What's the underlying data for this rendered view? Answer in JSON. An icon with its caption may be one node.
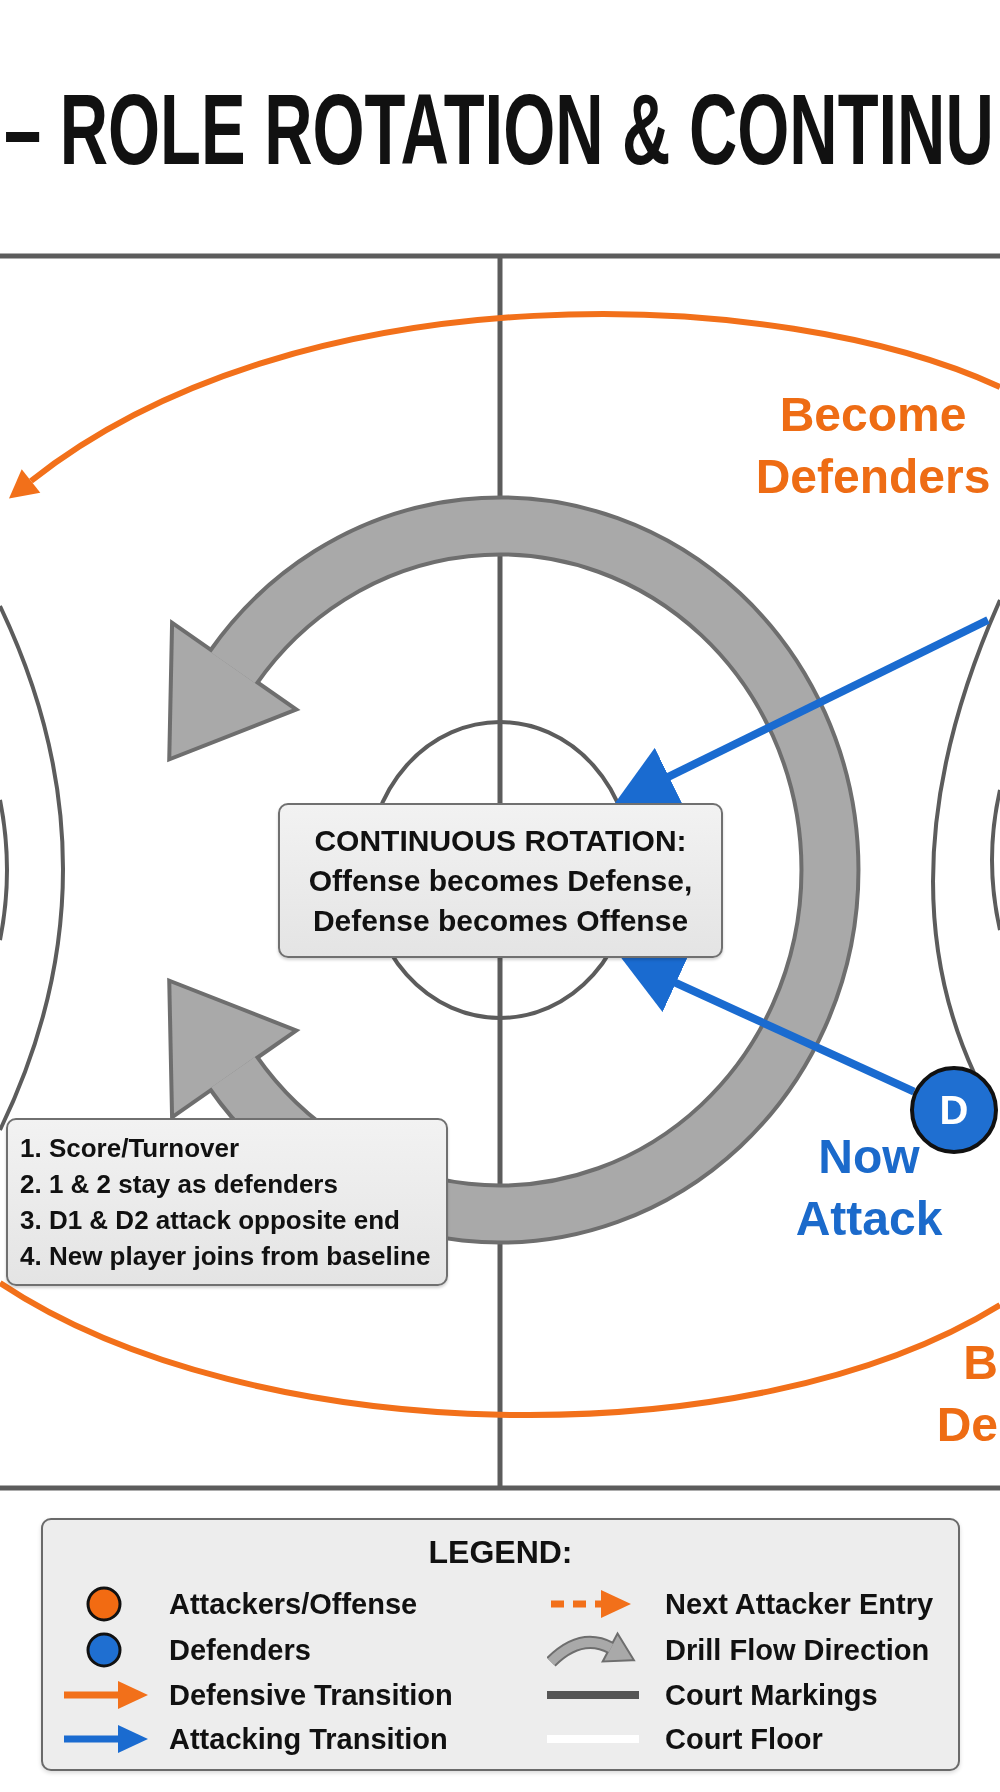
{
  "diagram": {
    "title": "– ROLE ROTATION & CONTINU",
    "nodes": [
      {
        "text": [
          "CONTINUOUS ROTATION:",
          "Offense becomes Defense, Defense becomes Offense"
        ]
      },
      {
        "text": [
          "D"
        ]
      },
      {
        "text": [
          "1. Score/Turnover",
          "2. 1 & 2 stay as defenders",
          "3. D1 & D2 attack opposite end",
          "4. New player joins from baseline"
        ]
      }
    ],
    "edges": [
      {
        "from": null,
        "to": 0,
        "arrow": "to"
      },
      {
        "from": 1,
        "to": 0,
        "arrow": "to"
      }
    ],
    "labels": [
      "Become Defenders",
      "Now Attack",
      "B De",
      "LEGEND:"
    ],
    "legend": [
      {
        "text": "Attackers/Offense",
        "color": "#f26b12"
      },
      {
        "text": "Defenders",
        "color": "#1f6fd1"
      },
      {
        "text": "Defensive Transition"
      },
      {
        "text": "Attacking Transition"
      },
      {
        "text": "Next Attacker Entry"
      },
      {
        "text": "Drill Flow Direction"
      },
      {
        "text": "Court Markings"
      },
      {
        "text": "Court Floor"
      }
    ]
  }
}
